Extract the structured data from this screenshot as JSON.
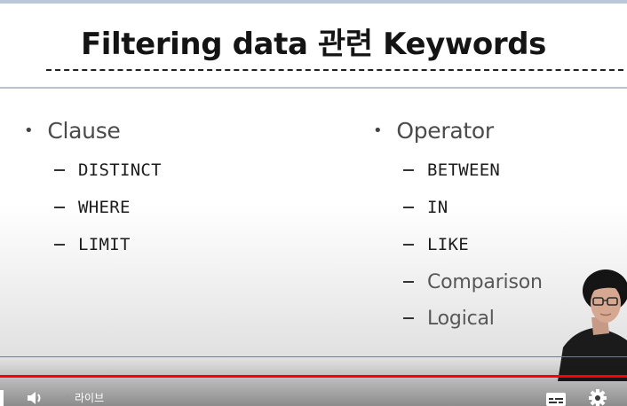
{
  "slide": {
    "title": "Filtering data 관련 Keywords",
    "left_column": {
      "bullet": "•",
      "heading": "Clause",
      "items": [
        "DISTINCT",
        "WHERE",
        "LIMIT"
      ]
    },
    "right_column": {
      "bullet": "•",
      "heading": "Operator",
      "items": [
        "BETWEEN",
        "IN",
        "LIKE",
        "Comparison",
        "Logical"
      ]
    }
  },
  "player": {
    "live_label": "라이브",
    "progress_color": "#ff0000",
    "icons": [
      "play-icon",
      "volume-icon",
      "live-dot-icon",
      "subtitles-icon",
      "settings-icon"
    ]
  }
}
